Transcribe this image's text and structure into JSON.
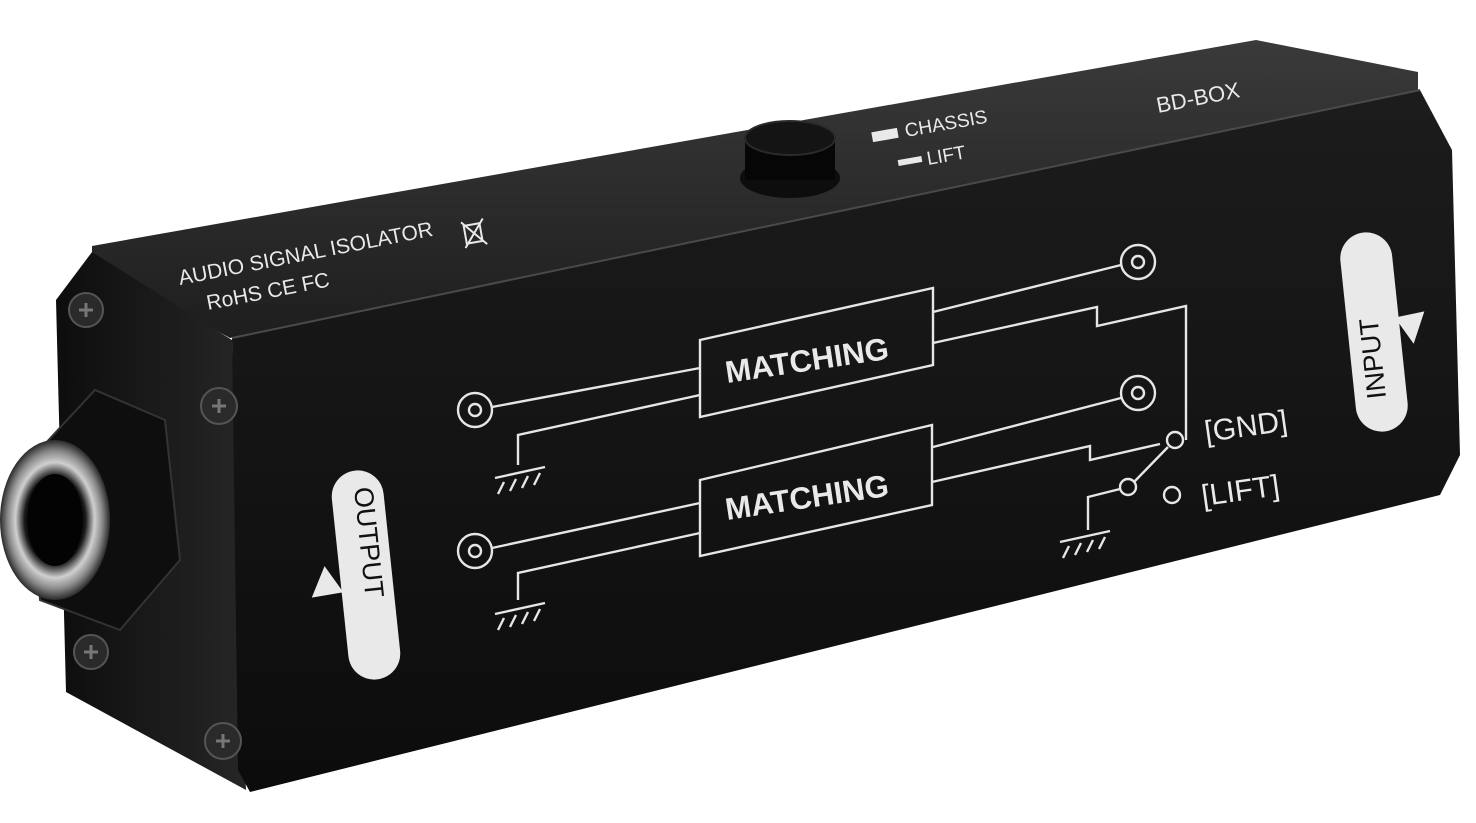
{
  "product": {
    "model": "BD-BOX",
    "top_text": {
      "line1": "AUDIO SIGNAL ISOLATOR",
      "certs": "RoHS CE FC",
      "switch_chassis": "CHASSIS",
      "switch_lift": "LIFT"
    },
    "front_panel": {
      "output_label": "OUTPUT",
      "input_label": "INPUT",
      "block_upper": "MATCHING",
      "block_lower": "MATCHING",
      "gnd_label": "[GND]",
      "lift_label": "[LIFT]"
    }
  },
  "colors": {
    "background": "#ffffff",
    "body": "#161616",
    "body_top": "#262626",
    "silkscreen": "#e9e9e9",
    "jack_metal": "#b9b9b9"
  }
}
